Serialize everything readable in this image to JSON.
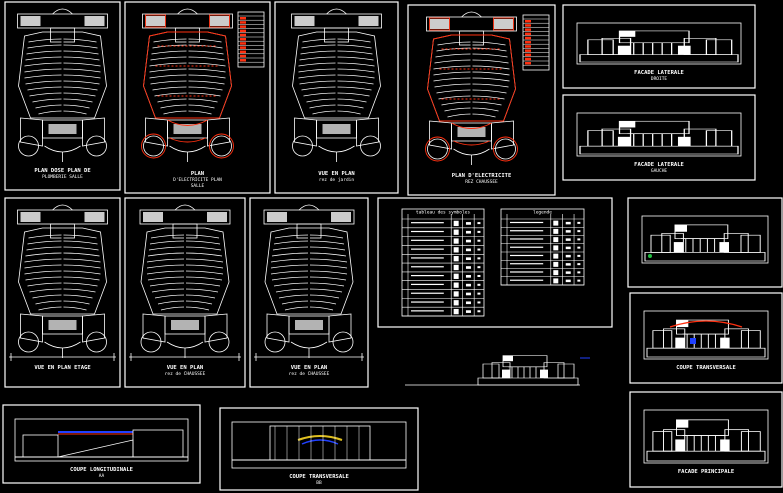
{
  "colors": {
    "background": "#000000",
    "lines": "#ffffff",
    "electrical": "#ff3010",
    "accent_blue": "#2040ff",
    "accent_yellow": "#e0c020"
  },
  "plans": [
    {
      "id": "p1",
      "lines": [
        "PLAN DOSE  PLAN DE",
        "PLOMBERIE  SALLE"
      ],
      "electric": false
    },
    {
      "id": "p2",
      "lines": [
        "PLAN",
        "D'ELECTRICITE   PLAN",
        "SALLE"
      ],
      "electric": true
    },
    {
      "id": "p3",
      "lines": [
        "VUE EN PLAN",
        "rez de jardin"
      ],
      "electric": false
    },
    {
      "id": "p4",
      "lines": [
        "PLAN D'ELECTRICITE",
        "REZ CHAUSSEE"
      ],
      "electric": true
    },
    {
      "id": "p5",
      "lines": [
        "VUE EN PLAN ETAGE"
      ],
      "electric": false
    },
    {
      "id": "p6",
      "lines": [
        "VUE EN PLAN",
        "rez de CHAUSSEE"
      ],
      "electric": false
    },
    {
      "id": "p7",
      "lines": [
        "VUE EN PLAN",
        "rez de CHAUSSEE"
      ],
      "electric": false
    }
  ],
  "elevations": [
    {
      "id": "e1",
      "lines": [
        "FACADE LATERALE",
        "DROITE"
      ]
    },
    {
      "id": "e2",
      "lines": [
        "FACADE LATERALE",
        "GAUCHE"
      ]
    },
    {
      "id": "e3",
      "lines": [
        ""
      ]
    },
    {
      "id": "e4",
      "lines": [
        "COUPE TRANSVERSALE"
      ]
    },
    {
      "id": "e5",
      "lines": [
        "FACADE PRINCIPALE"
      ]
    }
  ],
  "sections": [
    {
      "id": "s1",
      "lines": [
        "COUPE LONGITUDINALE",
        "AA"
      ]
    },
    {
      "id": "s2",
      "lines": [
        "COUPE TRANSVERSALE",
        "BB"
      ]
    }
  ],
  "legend_tables": [
    {
      "title": "tableau des symboles",
      "rows": 11
    },
    {
      "title": "legende",
      "rows": 8
    }
  ]
}
